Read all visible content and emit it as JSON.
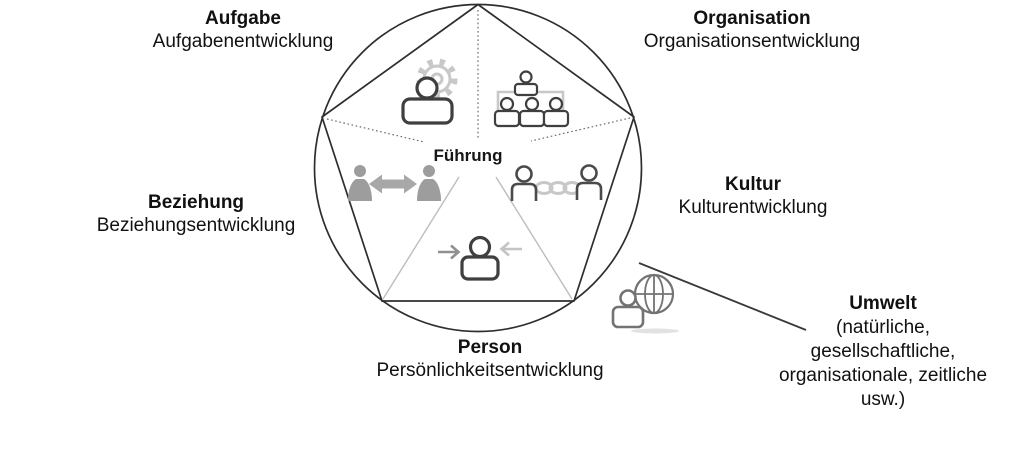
{
  "diagram": {
    "center_label": "Führung",
    "sectors": [
      {
        "id": "aufgabe",
        "title": "Aufgabe",
        "subtitle": "Aufgabenentwicklung",
        "icon": "person-gear-icon"
      },
      {
        "id": "organisation",
        "title": "Organisation",
        "subtitle": "Organisationsentwicklung",
        "icon": "org-chart-icon"
      },
      {
        "id": "kultur",
        "title": "Kultur",
        "subtitle": "Kulturentwicklung",
        "icon": "people-chain-icon"
      },
      {
        "id": "person",
        "title": "Person",
        "subtitle": "Persönlichkeitsentwicklung",
        "icon": "person-converging-arrows-icon"
      },
      {
        "id": "beziehung",
        "title": "Beziehung",
        "subtitle": "Beziehungsentwicklung",
        "icon": "people-exchange-arrow-icon"
      }
    ],
    "environment": {
      "title": "Umwelt",
      "lines": [
        "(natürliche,",
        "gesellschaftliche,",
        "organisationale, zeitliche",
        "usw.)"
      ],
      "icon": "globe-person-icon"
    },
    "colors": {
      "outline": "#2e2e2e",
      "icon_dark": "#3f3f3f",
      "icon_mid": "#9d9d9d",
      "icon_light": "#c8c8c8",
      "text": "#111111",
      "background": "#ffffff"
    }
  }
}
